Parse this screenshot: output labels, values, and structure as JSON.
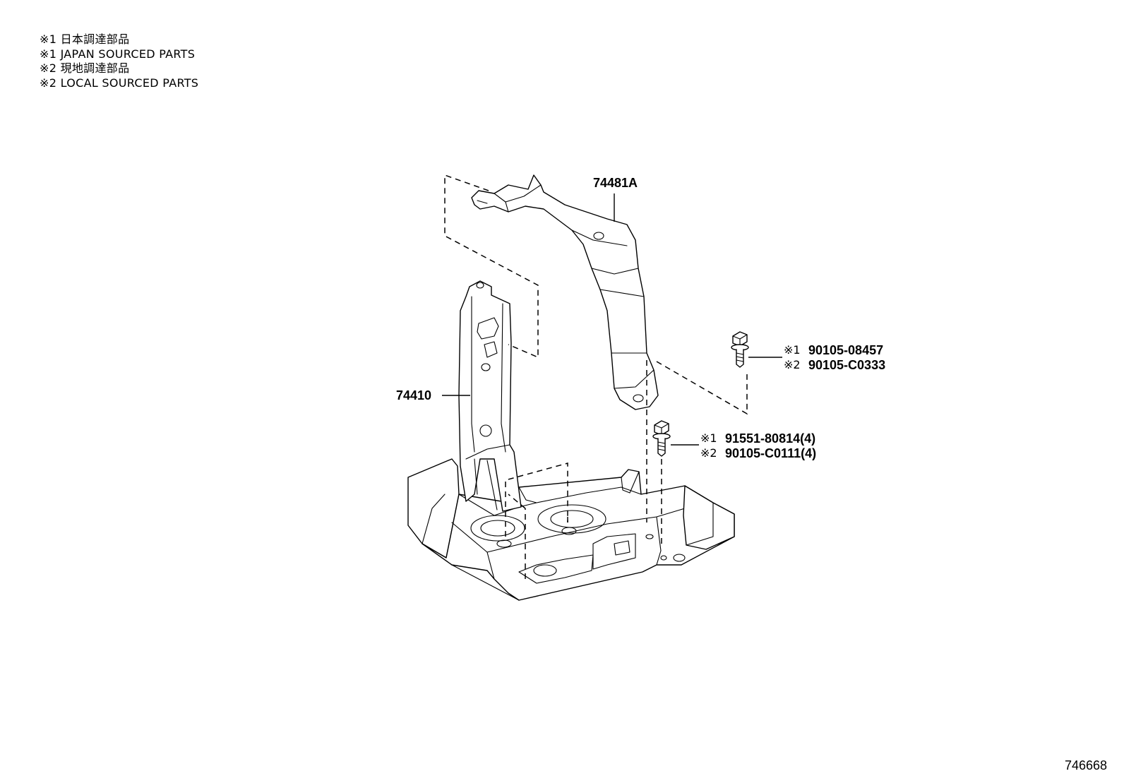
{
  "notes": [
    "※1 日本調達部品",
    "※1 JAPAN SOURCED PARTS",
    "※2 現地調達部品",
    "※2 LOCAL SOURCED PARTS"
  ],
  "parts": {
    "clamp": "74481A",
    "tray": "74410",
    "bolt_a": {
      "note1": "※1",
      "no1": "90105-08457",
      "note2": "※2",
      "no2": "90105-C0333"
    },
    "bolt_b": {
      "note1": "※1",
      "no1": "91551-80814(4)",
      "note2": "※2",
      "no2": "90105-C0111(4)"
    }
  },
  "figure_ref": "746668"
}
